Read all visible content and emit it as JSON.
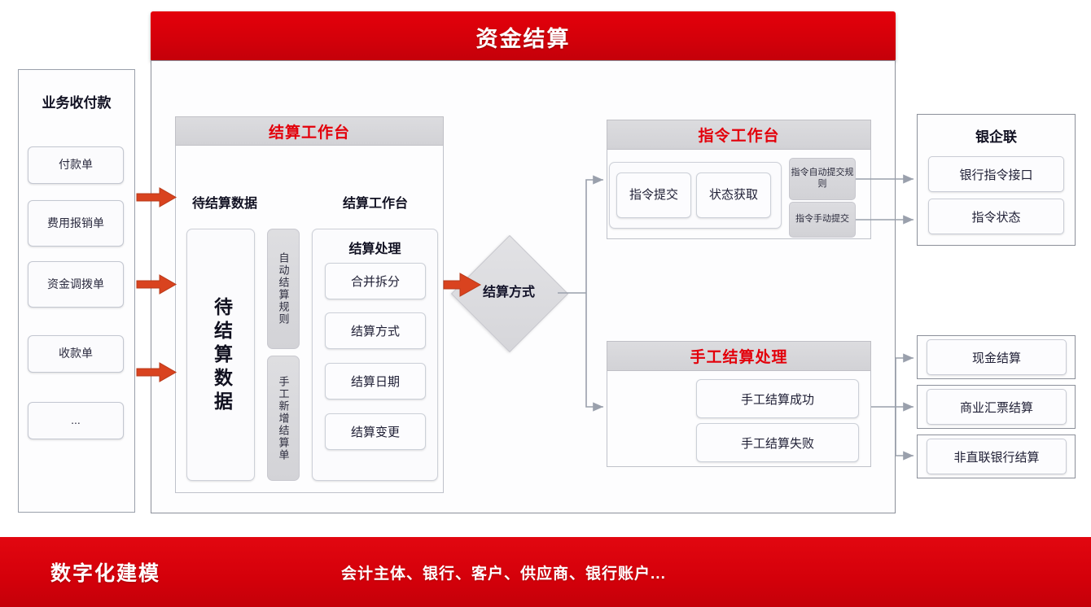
{
  "header": {
    "title": "资金结算"
  },
  "left_panel": {
    "title": "业务收付款",
    "items": [
      {
        "label": "付款单"
      },
      {
        "label": "费用报销单"
      },
      {
        "label": "资金调拨单"
      },
      {
        "label": "收款单"
      },
      {
        "label": "..."
      }
    ]
  },
  "settlement_workbench": {
    "header": "结算工作台",
    "pending_column_title": "待结算数据",
    "pending_box_label": "待结算数据",
    "strips": [
      {
        "label": "自动结算规则"
      },
      {
        "label": "手工新增结算单"
      }
    ],
    "right_column_title": "结算工作台",
    "process_title": "结算处理",
    "process_items": [
      {
        "label": "合并拆分"
      },
      {
        "label": "结算方式"
      },
      {
        "label": "结算日期"
      },
      {
        "label": "结算变更"
      }
    ]
  },
  "decision": {
    "label": "结算方式"
  },
  "instruction_workbench": {
    "header": "指令工作台",
    "items": [
      {
        "label": "指令提交"
      },
      {
        "label": "状态获取"
      }
    ],
    "rules": [
      {
        "label": "指令自动提交规则"
      },
      {
        "label": "指令手动提交"
      }
    ]
  },
  "bank_enterprise": {
    "header": "银企联",
    "items": [
      {
        "label": "银行指令接口"
      },
      {
        "label": "指令状态"
      }
    ]
  },
  "manual_settlement": {
    "header": "手工结算处理",
    "items": [
      {
        "label": "手工结算成功"
      },
      {
        "label": "手工结算失败"
      }
    ]
  },
  "settlement_outputs": [
    {
      "label": "现金结算"
    },
    {
      "label": "商业汇票结算"
    },
    {
      "label": "非直联银行结算"
    }
  ],
  "footer": {
    "title": "数字化建模",
    "subtitle": "会计主体、银行、客户、供应商、银行账户..."
  },
  "colors": {
    "brand_red": "#d4000a",
    "arrow_red": "#d9431f",
    "panel_gray": "#d4d4d8",
    "connector_gray": "#9aa0ac"
  }
}
